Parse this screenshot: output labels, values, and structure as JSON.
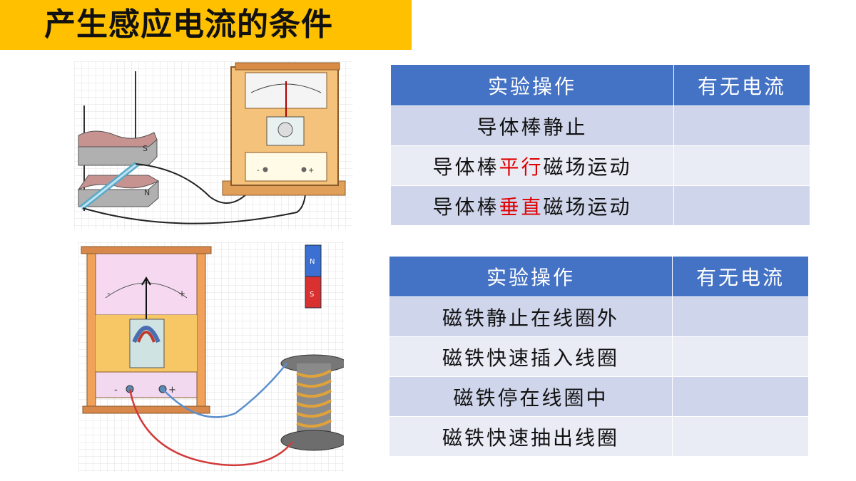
{
  "title": "产生感应电流的条件",
  "table1": {
    "headers": [
      "实验操作",
      "有无电流"
    ],
    "rows": [
      {
        "pre": "导体棒静止",
        "mid": "",
        "post": ""
      },
      {
        "pre": "导体棒",
        "mid": "平行",
        "post": "磁场运动"
      },
      {
        "pre": "导体棒",
        "mid": "垂直",
        "post": "磁场运动"
      }
    ]
  },
  "table2": {
    "headers": [
      "实验操作",
      "有无电流"
    ],
    "rows": [
      "磁铁静止在线圈外",
      "磁铁快速插入线圈",
      "磁铁停在线圈中",
      "磁铁快速抽出线圈"
    ]
  },
  "illustration1": {
    "magnet_top_label": "S",
    "magnet_bottom_label": "N",
    "terminal_minus": "-",
    "terminal_plus": "+"
  },
  "illustration2": {
    "bar_magnet_north": "N",
    "bar_magnet_south": "S",
    "scale_minus": "-",
    "scale_plus": "+",
    "terminal_minus": "-",
    "terminal_plus": "+"
  },
  "colors": {
    "title_bg": "#FFC000",
    "header_bg": "#4472C4",
    "row_odd": "#CFD5EA",
    "row_even": "#E9EBF5",
    "highlight": "#E00000"
  }
}
